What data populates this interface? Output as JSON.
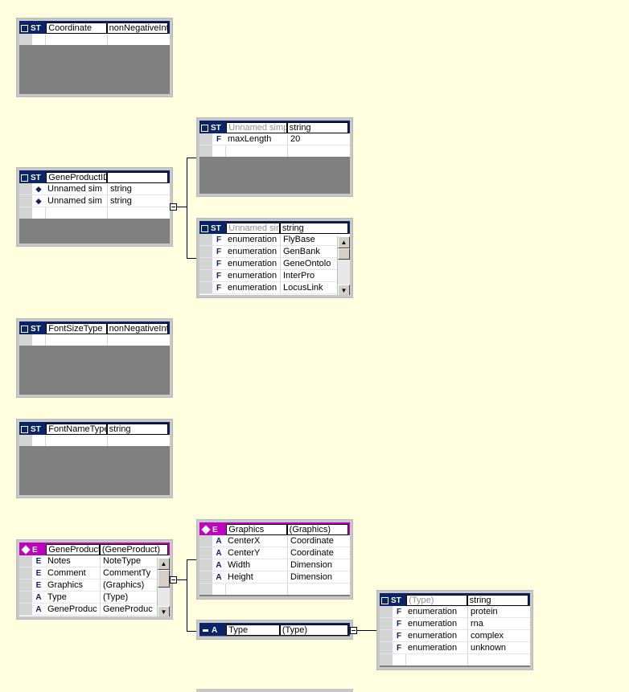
{
  "icons": {
    "st": "ST",
    "e": "E",
    "a": "A",
    "f": "F"
  },
  "coordinate": {
    "name": "Coordinate",
    "type": "nonNegativeInt"
  },
  "geneproductid": {
    "name": "GeneProductID",
    "rows": [
      {
        "name": "Unnamed sim",
        "type": "string"
      },
      {
        "name": "Unnamed sim",
        "type": "string"
      }
    ]
  },
  "maxlen": {
    "name": "Unnamed simpl",
    "type": "string",
    "facet": "maxLength",
    "value": "20"
  },
  "enum1": {
    "name": "Unnamed sim",
    "type": "string",
    "rows": [
      {
        "facet": "enumeration",
        "value": "FlyBase"
      },
      {
        "facet": "enumeration",
        "value": "GenBank"
      },
      {
        "facet": "enumeration",
        "value": "GeneOntolo"
      },
      {
        "facet": "enumeration",
        "value": "InterPro"
      },
      {
        "facet": "enumeration",
        "value": "LocusLink"
      }
    ]
  },
  "fontsize": {
    "name": "FontSizeType",
    "type": "nonNegativeInt"
  },
  "fontname": {
    "name": "FontNameType",
    "type": "string"
  },
  "geneproduct": {
    "name": "GeneProduct",
    "type": "(GeneProduct)",
    "rows": [
      {
        "kind": "E",
        "name": "Notes",
        "type": "NoteType"
      },
      {
        "kind": "E",
        "name": "Comment",
        "type": "CommentTy"
      },
      {
        "kind": "E",
        "name": "Graphics",
        "type": "(Graphics)"
      },
      {
        "kind": "A",
        "name": "Type",
        "type": "(Type)"
      },
      {
        "kind": "A",
        "name": "GeneProduc",
        "type": "GeneProduc"
      }
    ]
  },
  "graphics": {
    "name": "Graphics",
    "type": "(Graphics)",
    "rows": [
      {
        "name": "CenterX",
        "type": "Coordinate"
      },
      {
        "name": "CenterY",
        "type": "Coordinate"
      },
      {
        "name": "Width",
        "type": "Dimension"
      },
      {
        "name": "Height",
        "type": "Dimension"
      }
    ]
  },
  "typeattr": {
    "name": "Type",
    "type": "(Type)"
  },
  "typeenum": {
    "name": "(Type)",
    "type": "string",
    "rows": [
      {
        "facet": "enumeration",
        "value": "protein"
      },
      {
        "facet": "enumeration",
        "value": "rna"
      },
      {
        "facet": "enumeration",
        "value": "complex"
      },
      {
        "facet": "enumeration",
        "value": "unknown"
      }
    ]
  },
  "colors": {
    "header": "#0a246a",
    "element_header": "#c000c0",
    "background": "#ffffe0",
    "panel": "#808080"
  }
}
